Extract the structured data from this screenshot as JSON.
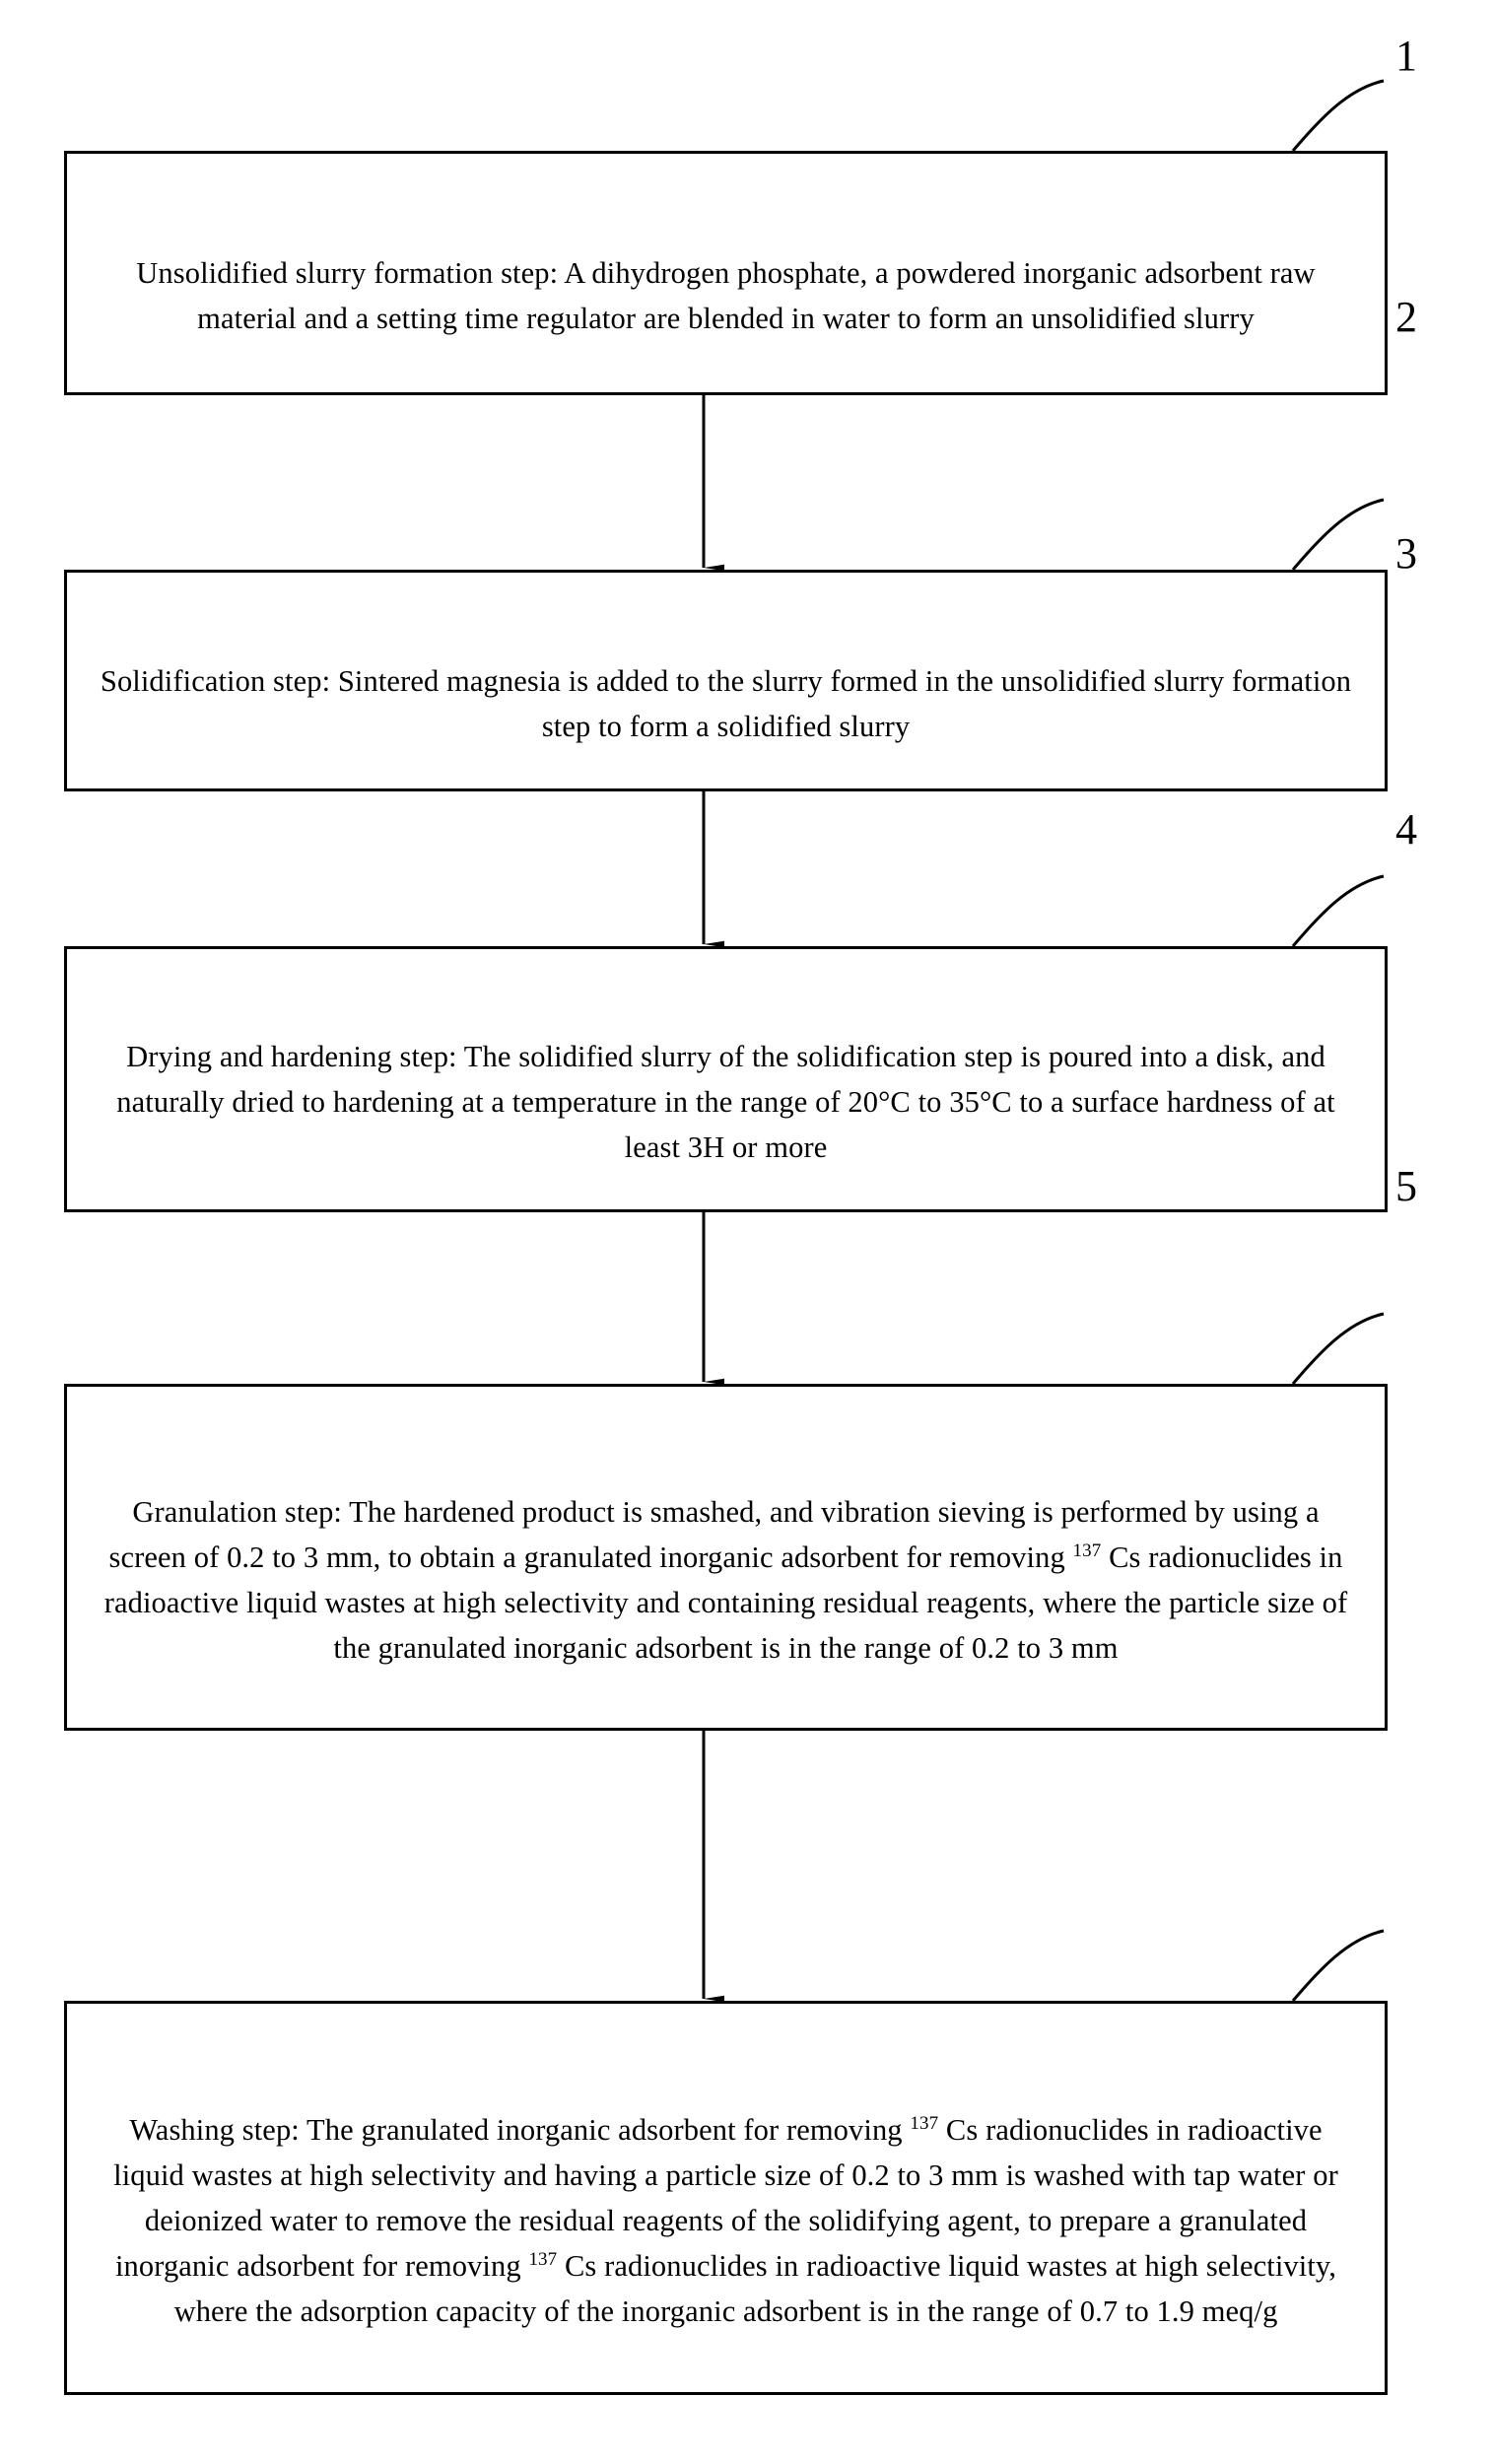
{
  "figure": {
    "type": "process-flow-diagram",
    "orientation": "vertical",
    "background_color": "#ffffff",
    "line_color": "#000000"
  },
  "steps": [
    {
      "callout": "1",
      "name": "unsolidified-slurry-formation-step",
      "text_before_sup": "Unsolidified slurry formation step: A dihydrogen phosphate, a powdered inorganic adsorbent raw material and a setting time regulator are blended in water to form an unsolidified slurry",
      "superscript": "",
      "text_after_sup": ""
    },
    {
      "callout": "2",
      "name": "solidification-step",
      "text_before_sup": "Solidification step: Sintered magnesia is added to the slurry formed in the unsolidified slurry formation step to form a solidified slurry",
      "superscript": "",
      "text_after_sup": ""
    },
    {
      "callout": "3",
      "name": "drying-and-hardening-step",
      "text_before_sup": "Drying and hardening step: The solidified slurry of the solidification step is poured into a disk, and naturally dried to hardening at a temperature in the range of 20°C to 35°C to a surface hardness of at least 3H or more",
      "superscript": "",
      "text_after_sup": ""
    },
    {
      "callout": "4",
      "name": "granulation-step",
      "text_before_sup": "Granulation step: The hardened product is smashed, and vibration sieving is performed by using a screen of 0.2 to 3 mm, to obtain a granulated inorganic adsorbent for  removing ",
      "superscript": "137",
      "text_after_sup": " Cs radionuclides in radioactive liquid wastes at high selectivity and containing residual reagents, where the particle size of the granulated inorganic adsorbent is in the range of 0.2 to 3 mm"
    },
    {
      "callout": "5",
      "name": "washing-step",
      "text_before_sup": "Washing step: The granulated inorganic adsorbent for  removing ",
      "superscript": "137",
      "text_after_sup": " Cs radionuclides in radioactive liquid wastes at high selectivity and having a particle size of 0.2 to 3 mm is washed with tap water or deionized water to remove the residual reagents of the solidifying agent, to prepare a granulated inorganic adsorbent for  removing ",
      "superscript2": "137",
      "text_after_sup2": " Cs radionuclides in radioactive liquid wastes at high selectivity, where the adsorption capacity of the inorganic adsorbent is in the range of 0.7 to 1.9 meq/g"
    }
  ],
  "callouts": [
    "1",
    "2",
    "3",
    "4",
    "5"
  ],
  "arrows": [
    {
      "name": "arrow-step1-to-step2"
    },
    {
      "name": "arrow-step2-to-step3"
    },
    {
      "name": "arrow-step3-to-step4"
    },
    {
      "name": "arrow-step4-to-step5"
    }
  ]
}
